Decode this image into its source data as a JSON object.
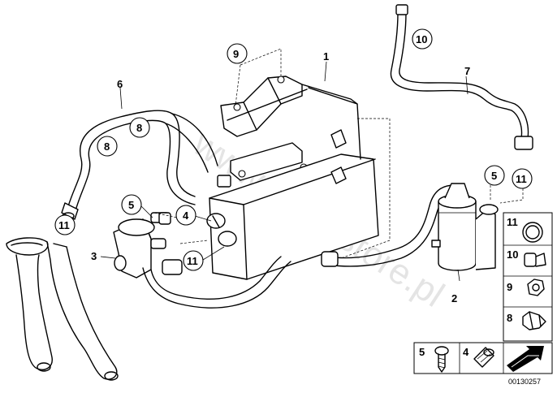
{
  "diagram": {
    "watermark": "www.BMWstore.pl",
    "reference_number": "00130257",
    "callouts": {
      "activated_carbon_canister": "1",
      "filter": "2",
      "purge_valve": "3",
      "plug": "4",
      "screw": "5",
      "hose_6": "6",
      "hose_7": "7",
      "clamp": "8",
      "nut": "9",
      "hose_clip": "10",
      "gasket_ring": "11"
    },
    "legend": {
      "gasket_ring": "11",
      "hose_clip": "10",
      "nut": "9",
      "clamp": "8",
      "screw": "5",
      "plug": "4"
    }
  }
}
